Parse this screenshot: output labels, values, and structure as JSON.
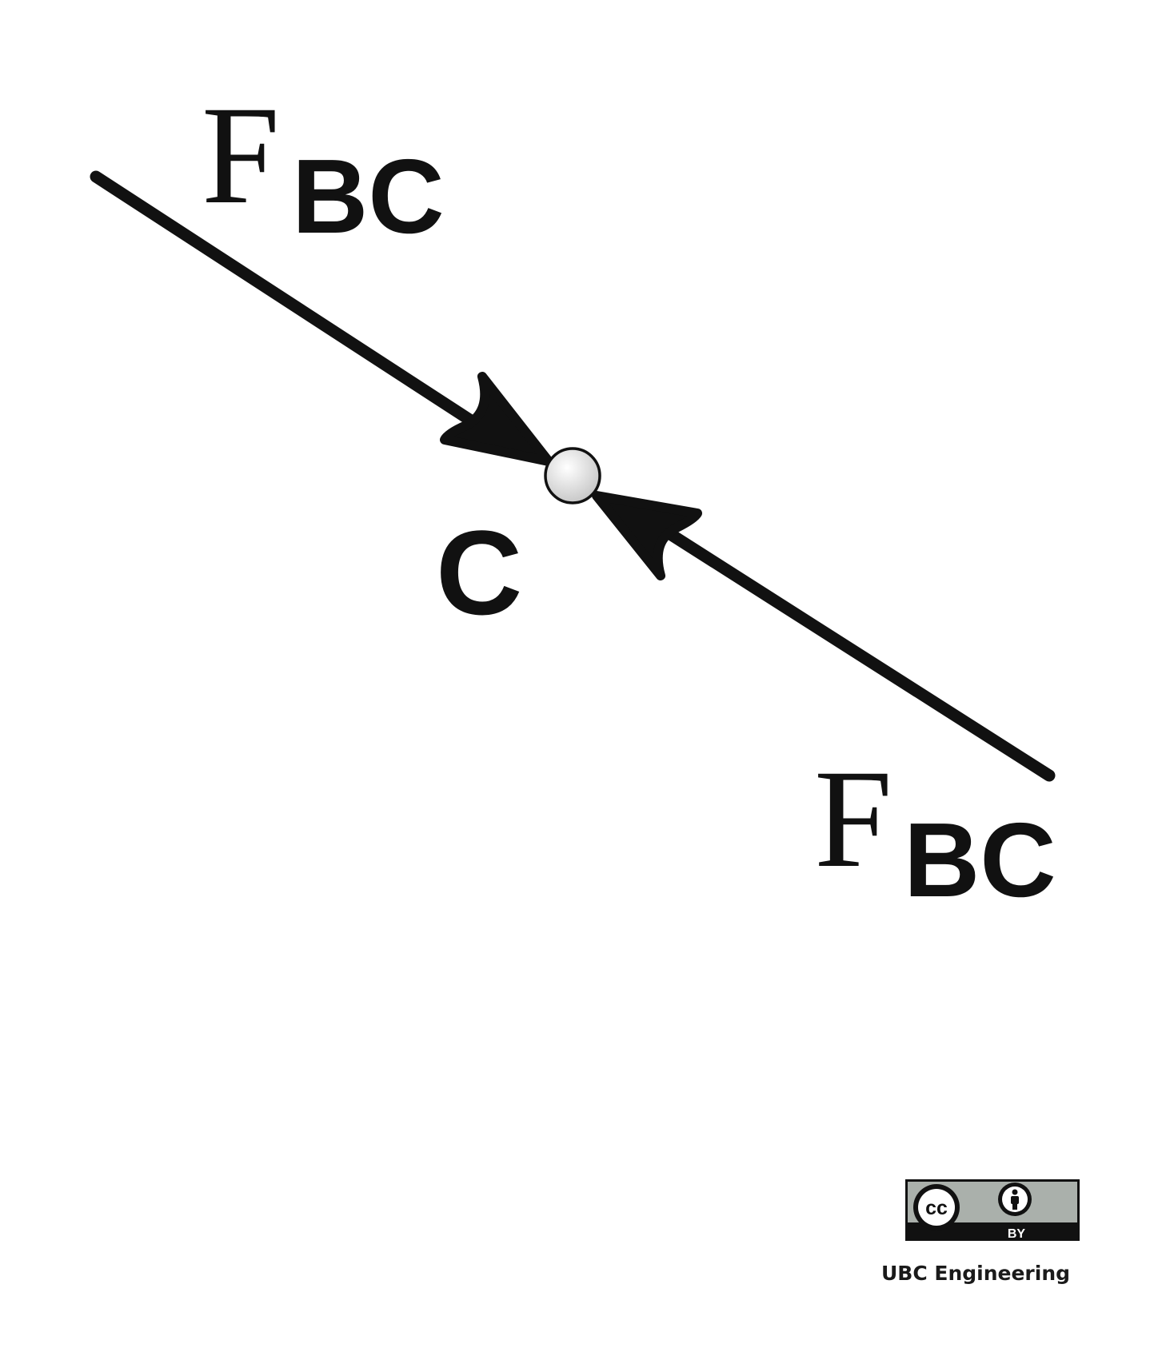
{
  "diagram": {
    "force_top": {
      "symbol": "F",
      "subscript": "BC"
    },
    "force_bottom": {
      "symbol": "F",
      "subscript": "BC"
    },
    "joint_label": "C",
    "colors": {
      "stroke": "#111111",
      "joint_fill": "#d9d9d9",
      "badge_gray": "#aab0ab"
    }
  },
  "license": {
    "badge_cc": "cc",
    "badge_by": "BY",
    "icon": "creative-commons-by-icon",
    "credit": "UBC Engineering"
  }
}
